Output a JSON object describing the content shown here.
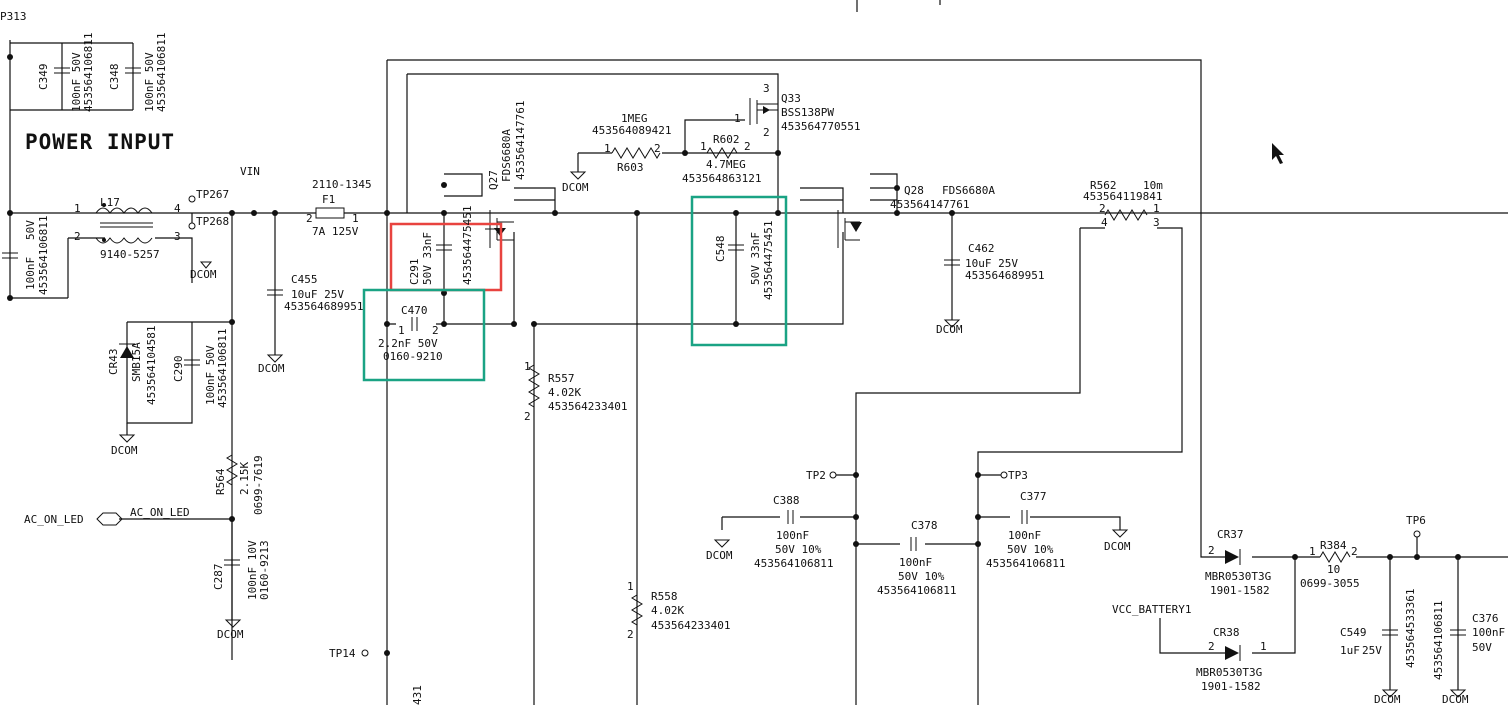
{
  "section_title": "POWER INPUT",
  "top_left_ref": "P313",
  "nets": {
    "vin": "VIN",
    "dcom": "DCOM",
    "ac_on_led_port": "AC_ON_LED",
    "ac_on_led_wire": "AC_ON_LED",
    "vcc_battery": "VCC_BATTERY1"
  },
  "test_points": {
    "tp267": "TP267",
    "tp268": "TP268",
    "tp14": "TP14",
    "tp2": "TP2",
    "tp3": "TP3",
    "tp6": "TP6"
  },
  "components": {
    "c349": {
      "ref": "C349",
      "value": "100nF 50V",
      "part": "453564106811"
    },
    "c348": {
      "ref": "C348",
      "value": "100nF 50V",
      "part": "453564106811"
    },
    "c_left": {
      "value": "50V",
      "value2": "100nF",
      "part": "453564106811"
    },
    "l17": {
      "ref": "L17",
      "part": "9140-5257"
    },
    "f1": {
      "ref": "F1",
      "part": "2110-1345",
      "rating": "7A 125V"
    },
    "c455": {
      "ref": "C455",
      "value": "10uF 25V",
      "part": "453564689951"
    },
    "cr43": {
      "ref": "CR43",
      "value": "SMB15A",
      "part": "453564104581"
    },
    "c290": {
      "ref": "C290",
      "value": "100nF 50V",
      "part": "453564106811"
    },
    "r564": {
      "ref": "R564",
      "value": "2.15K",
      "part": "0699-7619"
    },
    "c287": {
      "ref": "C287",
      "value": "100nF 10V",
      "part": "0160-9213"
    },
    "c291": {
      "ref": "C291",
      "value": "50V 33nF",
      "part": "453564475451"
    },
    "c470": {
      "ref": "C470",
      "value": "2.2nF 50V",
      "part": "0160-9210"
    },
    "q27": {
      "ref": "Q27",
      "value": "FDS6680A",
      "part": "453564147761"
    },
    "r557": {
      "ref": "R557",
      "value": "4.02K",
      "part": "453564233401"
    },
    "r558": {
      "ref": "R558",
      "value": "4.02K",
      "part": "453564233401"
    },
    "r603": {
      "ref": "R603",
      "value": "1MEG",
      "part": "453564089421"
    },
    "q33": {
      "ref": "Q33",
      "value": "BSS138PW",
      "part": "453564770551"
    },
    "r602": {
      "ref": "R602",
      "value": "4.7MEG",
      "part": "453564863121"
    },
    "c548": {
      "ref": "C548",
      "value": "50V 33nF",
      "part": "453564475451"
    },
    "q28": {
      "ref": "Q28",
      "value": "FDS6680A",
      "part": "453564147761"
    },
    "c462": {
      "ref": "C462",
      "value": "10uF 25V",
      "part": "453564689951"
    },
    "r562": {
      "ref": "R562",
      "value": "10m",
      "part": "453564119841"
    },
    "c388": {
      "ref": "C388",
      "value": "100nF",
      "value2": "50V 10%",
      "part": "453564106811"
    },
    "c378": {
      "ref": "C378",
      "value": "100nF",
      "value2": "50V 10%",
      "part": "453564106811"
    },
    "c377": {
      "ref": "C377",
      "value": "100nF",
      "value2": "50V 10%",
      "part": "453564106811"
    },
    "cr37": {
      "ref": "CR37",
      "value": "MBR0530T3G",
      "part": "1901-1582"
    },
    "cr38": {
      "ref": "CR38",
      "value": "MBR0530T3G",
      "part": "1901-1582"
    },
    "r384": {
      "ref": "R384",
      "value": "10",
      "part": "0699-3055"
    },
    "c549": {
      "ref": "C549",
      "value": "1uF",
      "value2": "25V",
      "part": "453564533361"
    },
    "c376": {
      "ref": "C376",
      "value": "100nF",
      "value2": "50V",
      "part": "453564106811"
    }
  },
  "partial_label": "431",
  "highlight_colors": {
    "red_box": "#e8433f",
    "teal_box": "#1aa384"
  }
}
